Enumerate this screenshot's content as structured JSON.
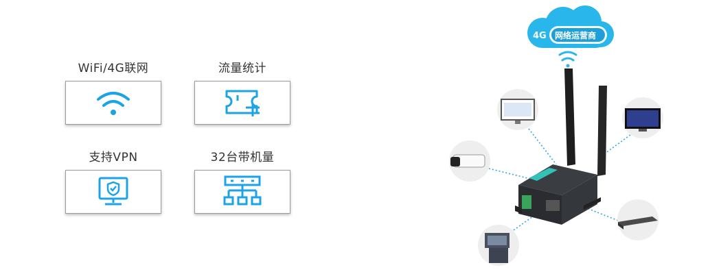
{
  "features": [
    {
      "label": "WiFi/4G联网",
      "icon": "wifi-icon"
    },
    {
      "label": "流量统计",
      "icon": "traffic-ticket-icon"
    },
    {
      "label": "支持VPN",
      "icon": "vpn-shield-icon"
    },
    {
      "label": "32台带机量",
      "icon": "network-topology-icon"
    }
  ],
  "cloud": {
    "tag": "4G",
    "label": "网络运营商"
  },
  "colors": {
    "accent": "#1aa3e6",
    "border": "#9a9a9a",
    "text": "#333333"
  }
}
